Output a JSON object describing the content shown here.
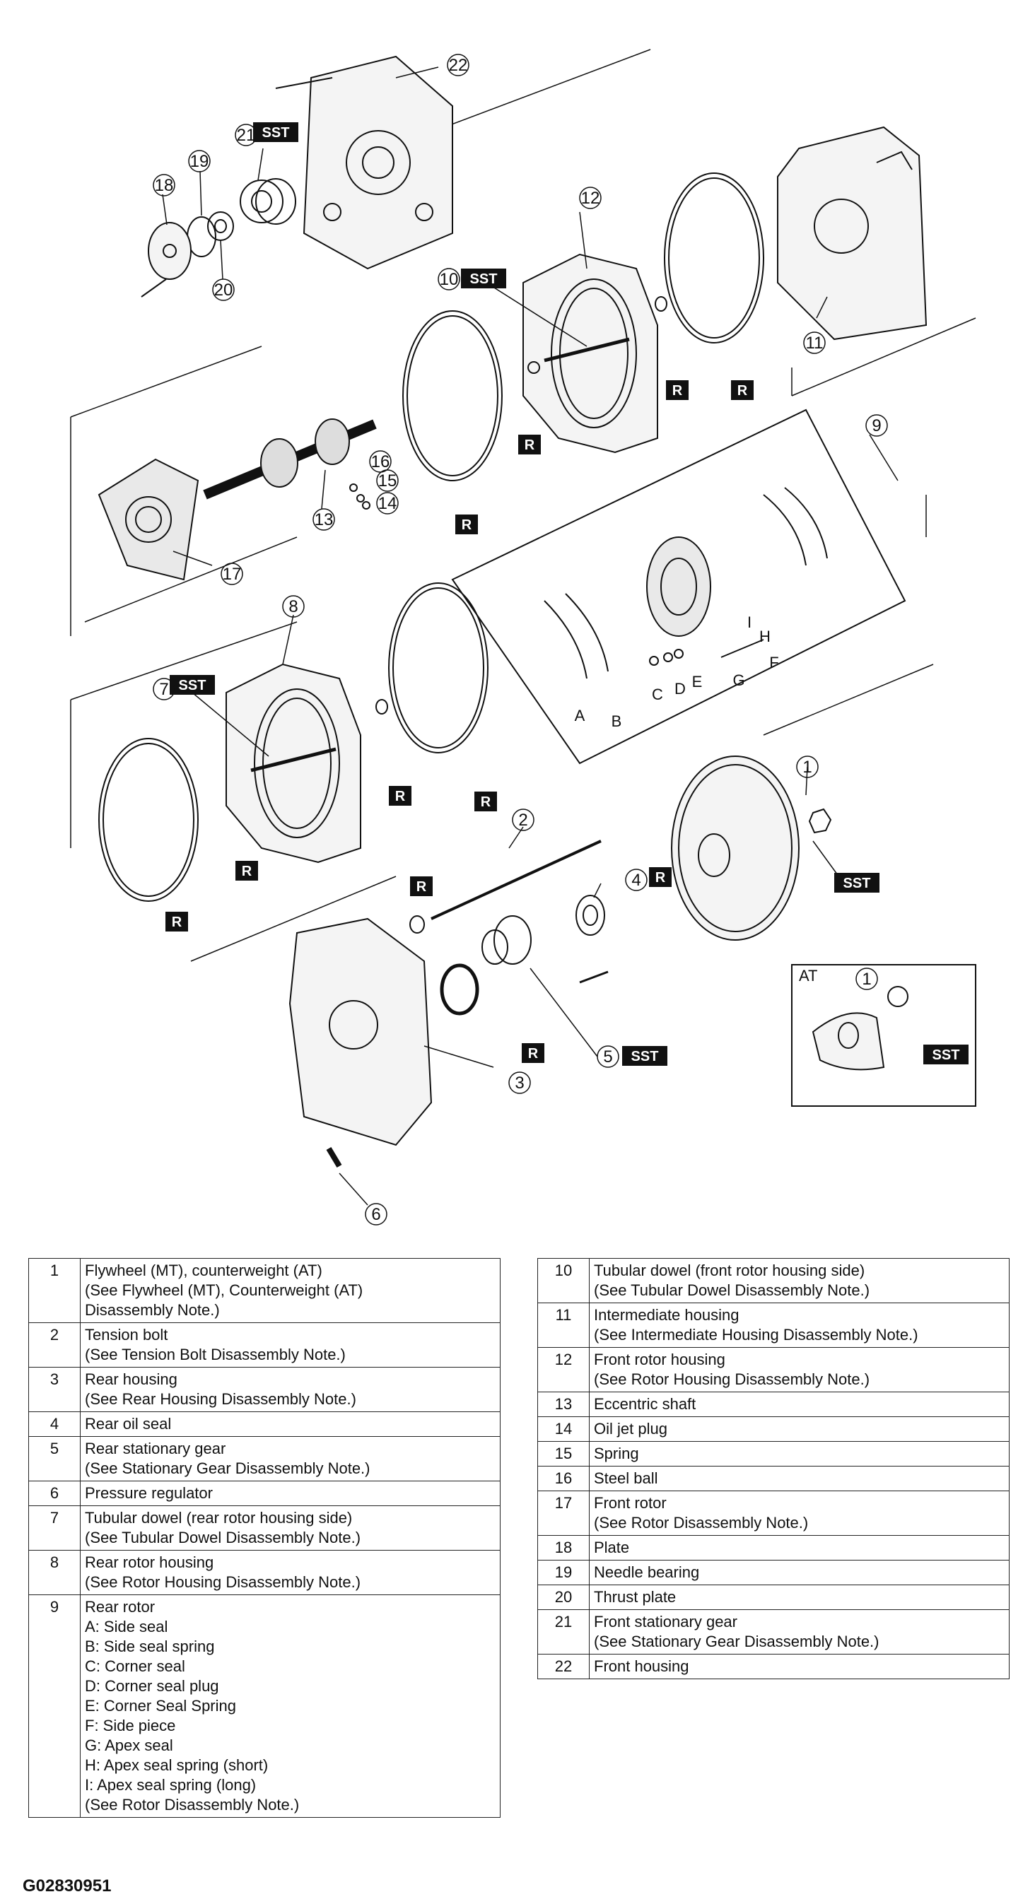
{
  "figure_code": "G02830951",
  "tags": {
    "sst": "SST",
    "r": "R"
  },
  "inset_label": "AT",
  "callouts": [
    "1",
    "2",
    "3",
    "4",
    "5",
    "6",
    "7",
    "8",
    "9",
    "10",
    "11",
    "12",
    "13",
    "14",
    "15",
    "16",
    "17",
    "18",
    "19",
    "20",
    "21",
    "22"
  ],
  "rotor_letters": [
    "A",
    "B",
    "C",
    "D",
    "E",
    "F",
    "G",
    "H",
    "I"
  ],
  "table_left": [
    {
      "no": "1",
      "lines": [
        "Flywheel (MT), counterweight (AT)",
        "(See Flywheel (MT), Counterweight (AT)",
        "Disassembly Note.)"
      ]
    },
    {
      "no": "2",
      "lines": [
        "Tension bolt",
        "(See Tension Bolt Disassembly Note.)"
      ]
    },
    {
      "no": "3",
      "lines": [
        "Rear housing",
        "(See Rear Housing Disassembly Note.)"
      ]
    },
    {
      "no": "4",
      "lines": [
        "Rear oil seal"
      ]
    },
    {
      "no": "5",
      "lines": [
        "Rear stationary gear",
        "(See Stationary Gear Disassembly Note.)"
      ]
    },
    {
      "no": "6",
      "lines": [
        "Pressure regulator"
      ]
    },
    {
      "no": "7",
      "lines": [
        "Tubular dowel (rear rotor housing side)",
        "(See Tubular Dowel Disassembly Note.)"
      ]
    },
    {
      "no": "8",
      "lines": [
        "Rear rotor housing",
        "(See Rotor Housing Disassembly Note.)"
      ]
    },
    {
      "no": "9",
      "lines": [
        "Rear rotor",
        "A: Side seal",
        "B: Side seal spring",
        "C: Corner seal",
        "D: Corner seal plug",
        "E: Corner Seal Spring",
        "F: Side piece",
        "G: Apex seal",
        "H: Apex seal spring (short)",
        "I: Apex seal spring (long)",
        "(See Rotor Disassembly Note.)"
      ]
    }
  ],
  "table_right": [
    {
      "no": "10",
      "lines": [
        "Tubular dowel (front rotor housing side)",
        "(See Tubular Dowel Disassembly Note.)"
      ]
    },
    {
      "no": "11",
      "lines": [
        "Intermediate housing",
        "(See Intermediate Housing Disassembly Note.)"
      ]
    },
    {
      "no": "12",
      "lines": [
        "Front rotor housing",
        "(See Rotor Housing Disassembly Note.)"
      ]
    },
    {
      "no": "13",
      "lines": [
        "Eccentric shaft"
      ]
    },
    {
      "no": "14",
      "lines": [
        "Oil jet plug"
      ]
    },
    {
      "no": "15",
      "lines": [
        "Spring"
      ]
    },
    {
      "no": "16",
      "lines": [
        "Steel ball"
      ]
    },
    {
      "no": "17",
      "lines": [
        "Front rotor",
        "(See Rotor Disassembly Note.)"
      ]
    },
    {
      "no": "18",
      "lines": [
        "Plate"
      ]
    },
    {
      "no": "19",
      "lines": [
        "Needle bearing"
      ]
    },
    {
      "no": "20",
      "lines": [
        "Thrust plate"
      ]
    },
    {
      "no": "21",
      "lines": [
        "Front stationary gear",
        "(See Stationary Gear Disassembly Note.)"
      ]
    },
    {
      "no": "22",
      "lines": [
        "Front housing"
      ]
    }
  ]
}
